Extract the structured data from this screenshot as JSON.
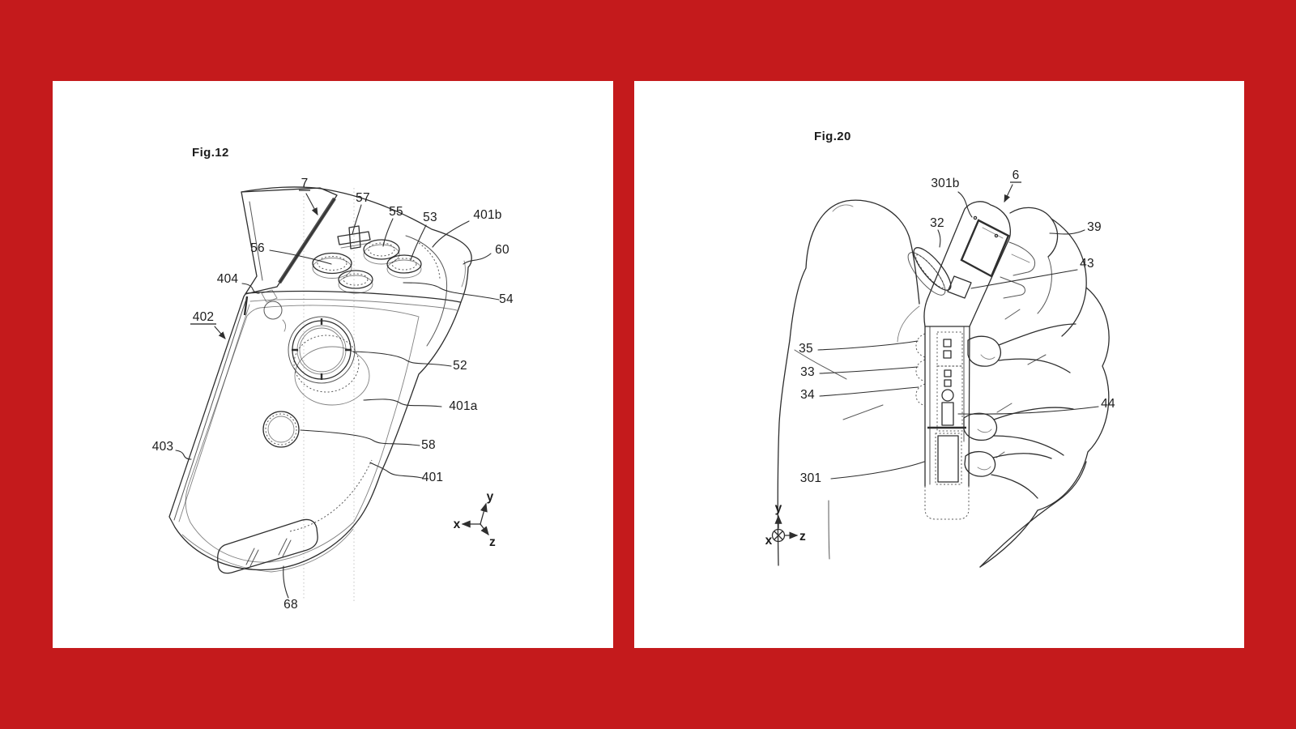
{
  "colors": {
    "background": "#c41a1c",
    "panel": "#ffffff",
    "ink": "#2e2e2e"
  },
  "fig12": {
    "title": "Fig.12",
    "labels": {
      "l7": "7",
      "l57": "57",
      "l55": "55",
      "l53": "53",
      "l401b": "401b",
      "l60": "60",
      "l56": "56",
      "l404": "404",
      "l402": "402",
      "l54": "54",
      "l52": "52",
      "l401a": "401a",
      "l403": "403",
      "l58": "58",
      "l401": "401",
      "l68": "68"
    },
    "axis": {
      "x": "x",
      "y": "y",
      "z": "z"
    }
  },
  "fig20": {
    "title": "Fig.20",
    "labels": {
      "l301b": "301b",
      "l6": "6",
      "l32": "32",
      "l39": "39",
      "l43": "43",
      "l35": "35",
      "l33": "33",
      "l34": "34",
      "l44": "44",
      "l301": "301"
    },
    "axis": {
      "x": "x",
      "y": "y",
      "z": "z"
    }
  }
}
